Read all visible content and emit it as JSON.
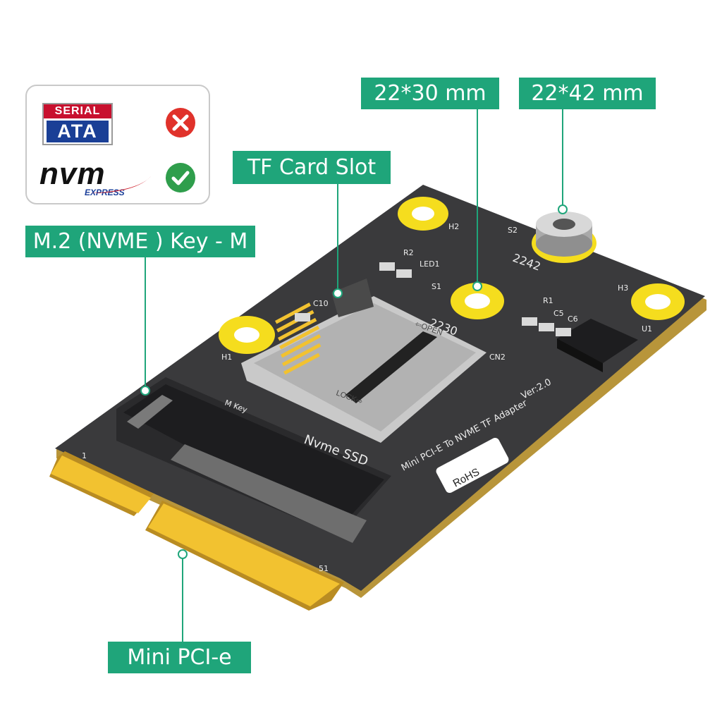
{
  "callouts": {
    "size_2230": "22*30 mm",
    "size_2242": "22*42 mm",
    "tf_slot": "TF Card Slot",
    "m2_key": "M.2 (NVME ) Key - M",
    "mini_pcie": "Mini PCI-e"
  },
  "compatibility": {
    "sata_logo": {
      "top": "SERIAL",
      "bottom": "ATA"
    },
    "nvm_logo": {
      "word": "nvm",
      "sub": "EXPRESS"
    },
    "sata_status_icon": "cross-circle-icon",
    "nvme_status_icon": "check-circle-icon"
  },
  "board": {
    "labels": {
      "h1": "H1",
      "h2": "H2",
      "h3": "H3",
      "s1": "S1",
      "s2": "S2",
      "u1": "U1",
      "r1": "R1",
      "r2": "R2",
      "c5": "C5",
      "c6": "C6",
      "c10": "C10",
      "led1": "LED1",
      "cn2": "CN2",
      "pin1": "1",
      "pin51": "51",
      "size_2230": "2230",
      "size_2242": "2242",
      "slot_open": "⇦OPEN",
      "slot_lock": "LOCK⇨",
      "product_name": "Mini PCI-E To NVME TF Adapter",
      "version": "Ver:2.0",
      "nvme_ssd": "Nvme SSD",
      "m_key": "M Key",
      "rohs": "RoHS"
    },
    "colors": {
      "pcb": "#3a3a3c",
      "pcb_edge": "#b8953a",
      "mount_pad": "#f5dd1e",
      "gold_finger": "#f2c230",
      "callout_green": "#1fa57a"
    }
  }
}
